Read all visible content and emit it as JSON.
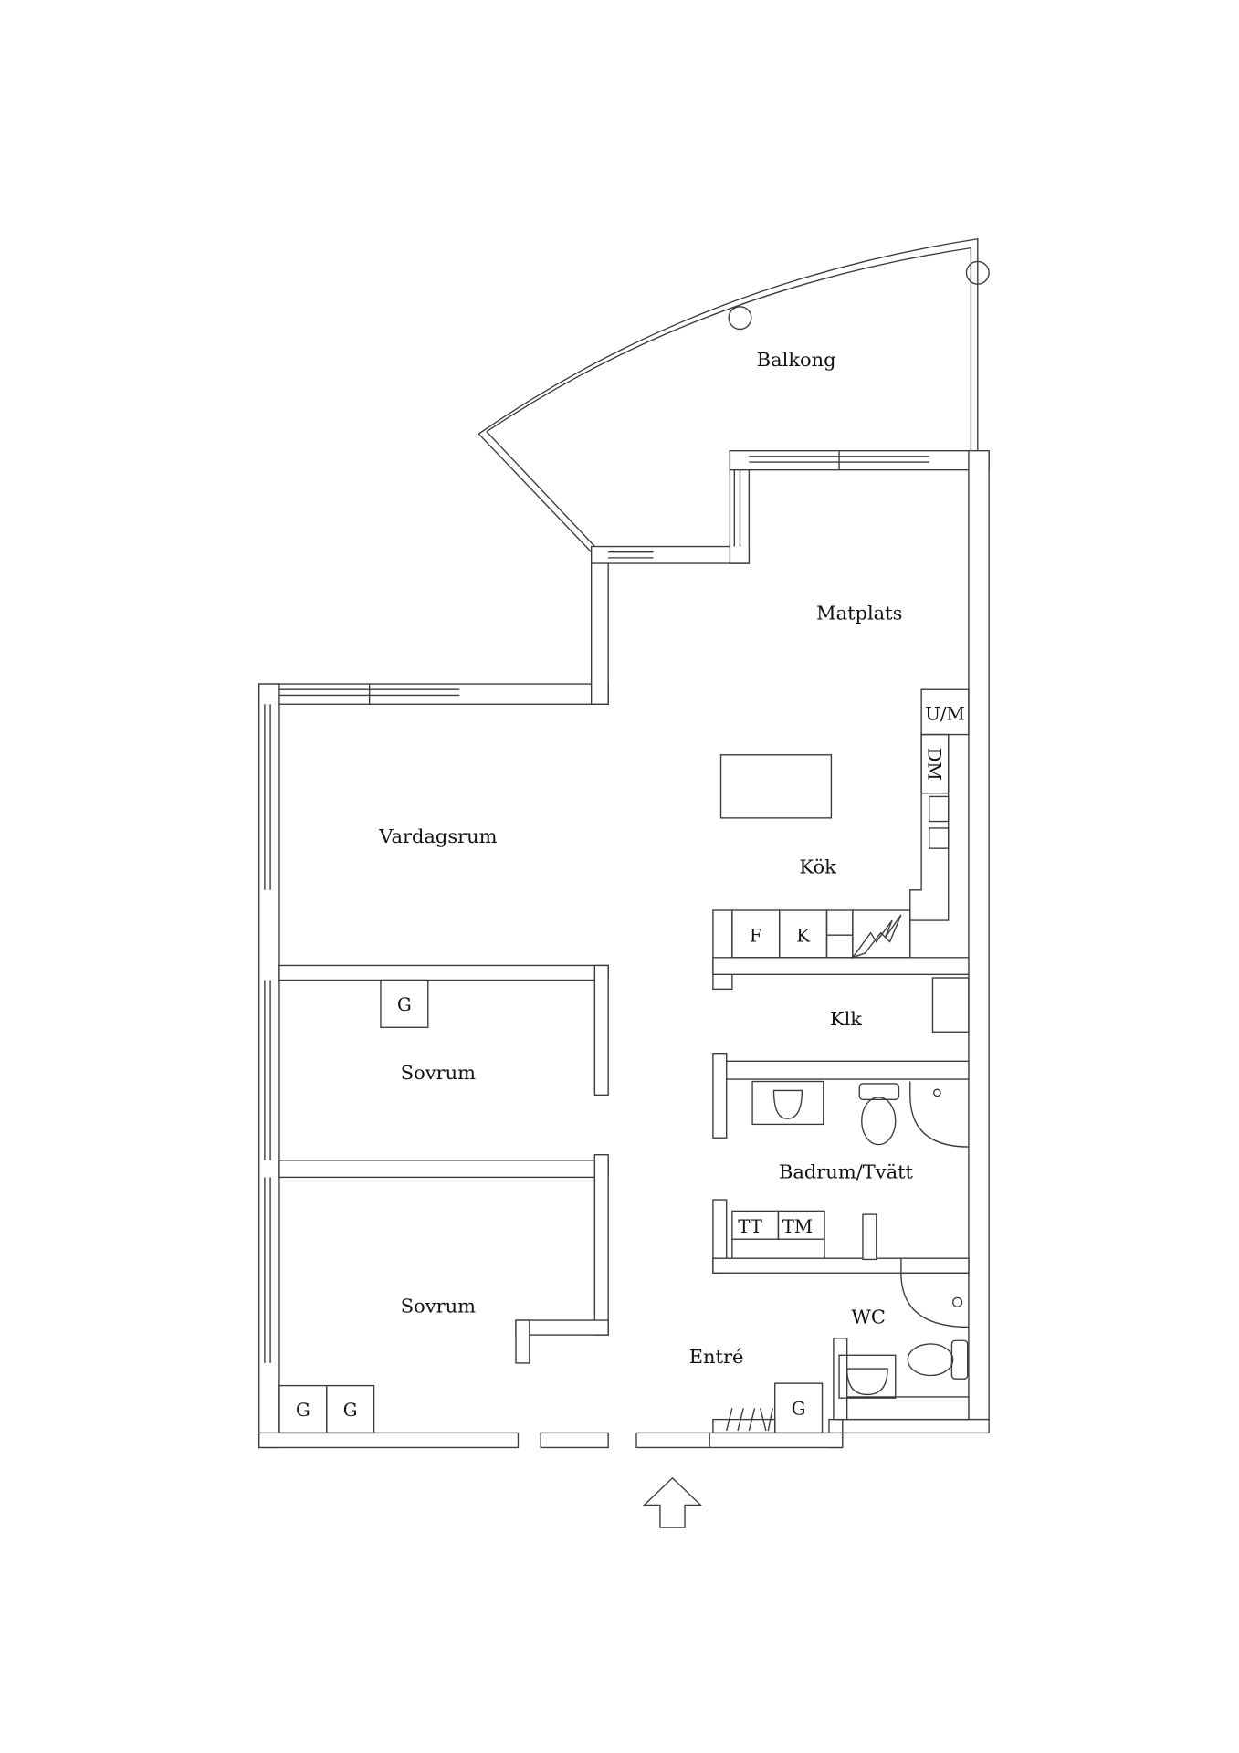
{
  "rooms": {
    "balcony": "Balkong",
    "dining": "Matplats",
    "living": "Vardagsrum",
    "kitchen": "Kök",
    "closet": "Klk",
    "bedroom_1": "Sovrum",
    "bedroom_2": "Sovrum",
    "bathroom": "Badrum/Tvätt",
    "wc": "WC",
    "entrance": "Entré"
  },
  "fixtures": {
    "fridge_freezer": "U/M",
    "dishwasher": "DM",
    "freezer": "F",
    "fridge": "K",
    "tumble_dryer": "TT",
    "washing_machine": "TM",
    "wardrobe_bedroom_1": "G",
    "wardrobe_bedroom_2a": "G",
    "wardrobe_bedroom_2b": "G",
    "wardrobe_entrance": "G"
  },
  "icons": [
    "entrance-arrow-icon",
    "sink-icon",
    "toilet-icon",
    "shower-icon",
    "stove-icon"
  ],
  "colors": {
    "line": "#3a3a3a",
    "background": "#ffffff"
  }
}
